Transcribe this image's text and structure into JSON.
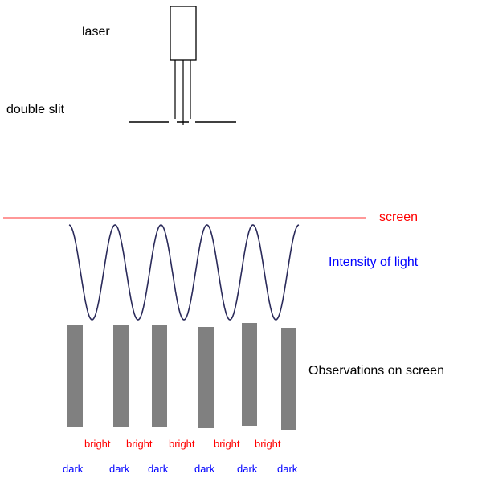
{
  "labels": {
    "laser": "laser",
    "double_slit": "double slit",
    "screen": "screen",
    "intensity": "Intensity of light",
    "observations": "Observations on screen"
  },
  "fringes": {
    "bright": [
      "bright",
      "bright",
      "bright",
      "bright",
      "bright"
    ],
    "dark": [
      "dark",
      "dark",
      "dark",
      "dark",
      "dark",
      "dark"
    ]
  },
  "colors": {
    "screen_line": "#ff5a5a",
    "screen_label": "#ff0000",
    "intensity_label": "#0000ff",
    "wave": "#2a2a5a",
    "fringe_bar": "#808080",
    "bright_label": "#ff0000",
    "dark_label": "#0000ff",
    "apparatus": "#000000"
  }
}
